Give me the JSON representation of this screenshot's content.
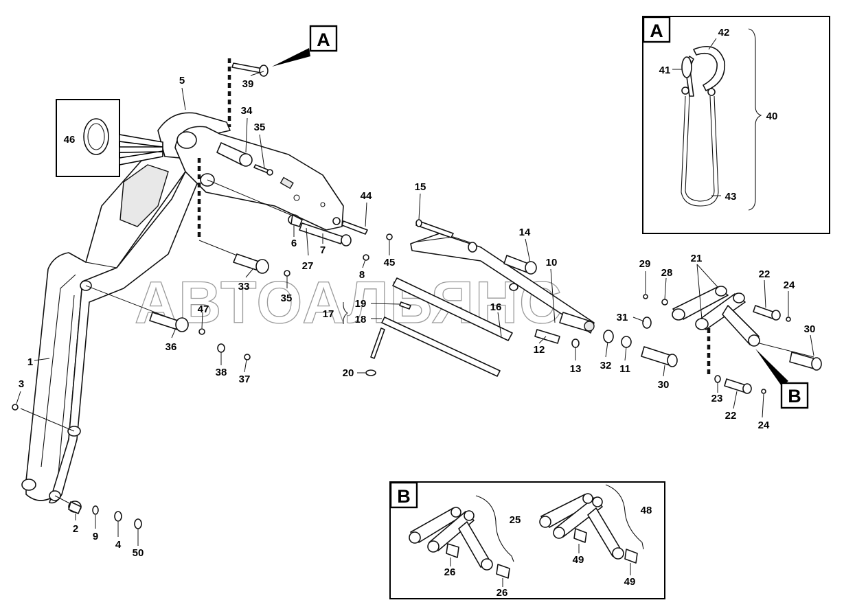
{
  "watermark": "АВТОАЛЬЯНС",
  "callouts": {
    "A": "A",
    "B": "B"
  },
  "detail_a": {
    "letter": "A",
    "labels": {
      "p40": "40",
      "p41": "41",
      "p42": "42",
      "p43": "43"
    }
  },
  "detail_b": {
    "letter": "B",
    "labels": {
      "p25": "25",
      "p26a": "26",
      "p26b": "26",
      "p48": "48",
      "p49a": "49",
      "p49b": "49"
    }
  },
  "inset_46": {
    "label": "46"
  },
  "parts": {
    "p1": "1",
    "p2": "2",
    "p3": "3",
    "p4": "4",
    "p5": "5",
    "p6": "6",
    "p7": "7",
    "p8": "8",
    "p9": "9",
    "p10": "10",
    "p11": "11",
    "p12": "12",
    "p13": "13",
    "p14": "14",
    "p15": "15",
    "p16": "16",
    "p17": "17",
    "p18": "18",
    "p19": "19",
    "p20": "20",
    "p21": "21",
    "p22a": "22",
    "p22b": "22",
    "p23": "23",
    "p24a": "24",
    "p24b": "24",
    "p27": "27",
    "p28": "28",
    "p29": "29",
    "p30a": "30",
    "p30b": "30",
    "p31": "31",
    "p32": "32",
    "p33": "33",
    "p34": "34",
    "p35a": "35",
    "p35b": "35",
    "p36": "36",
    "p37": "37",
    "p38": "38",
    "p39": "39",
    "p44": "44",
    "p45": "45",
    "p47": "47",
    "p50": "50"
  }
}
